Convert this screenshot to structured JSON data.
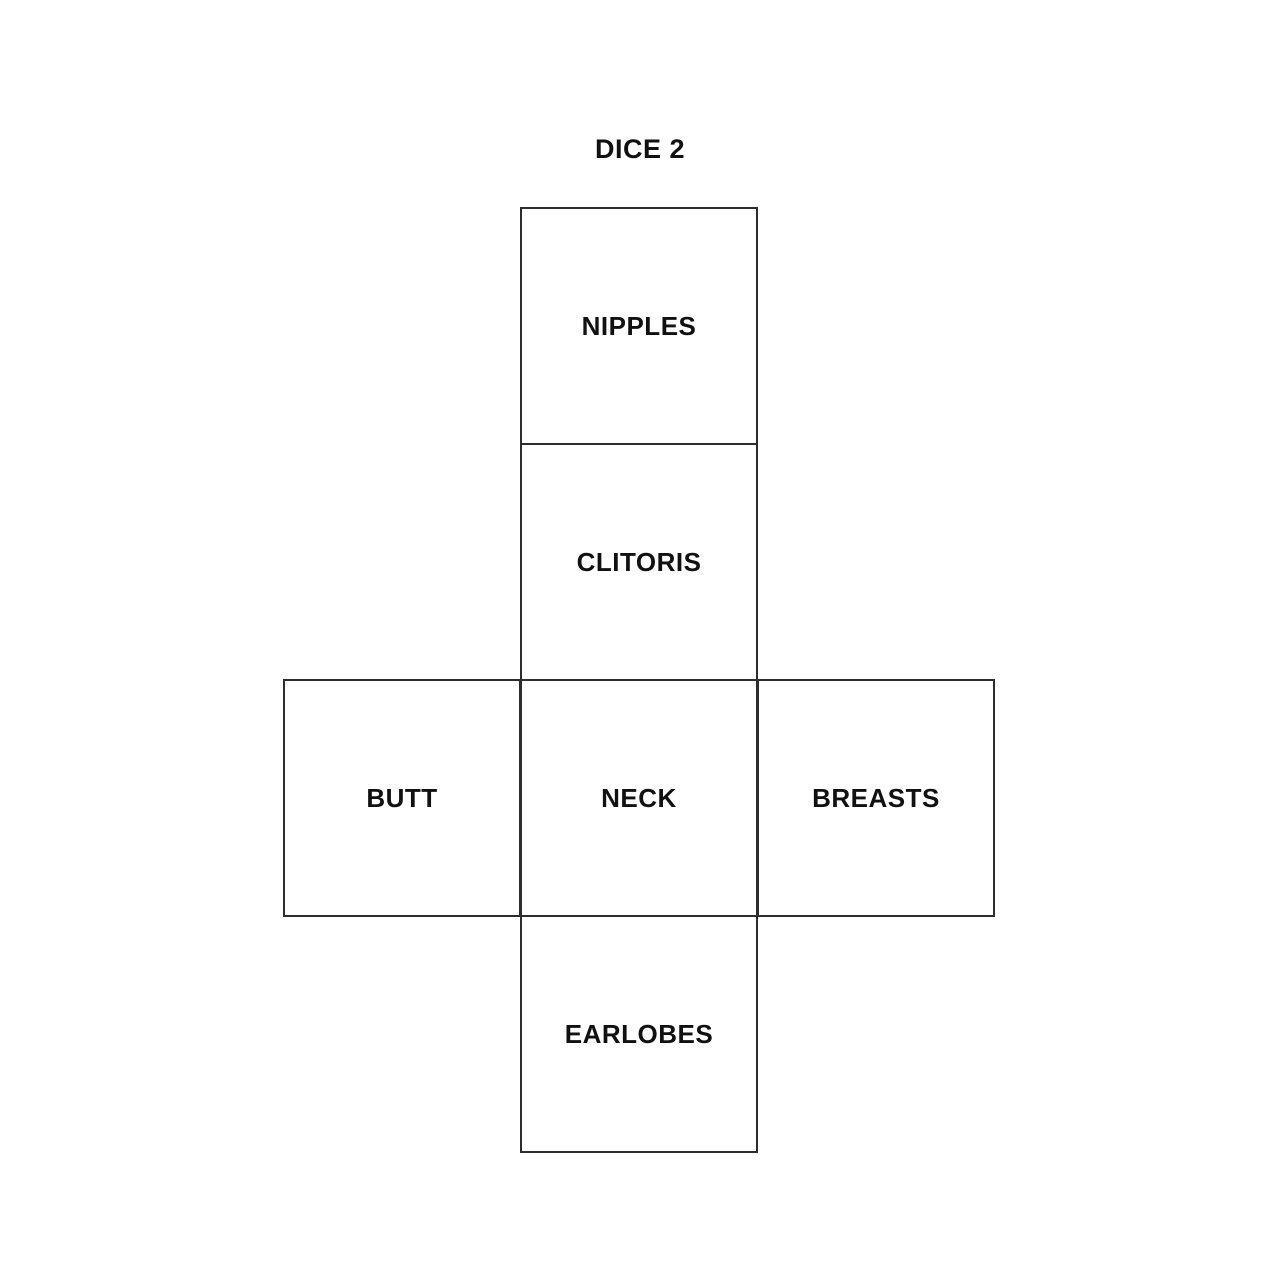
{
  "title": "DICE 2",
  "net": {
    "type": "cube-net-cross",
    "faces": [
      {
        "label": "NIPPLES",
        "position": "top"
      },
      {
        "label": "CLITORIS",
        "position": "upper-middle"
      },
      {
        "label": "BUTT",
        "position": "middle-left"
      },
      {
        "label": "NECK",
        "position": "middle-center"
      },
      {
        "label": "BREASTS",
        "position": "middle-right"
      },
      {
        "label": "EARLOBES",
        "position": "bottom"
      }
    ]
  },
  "colors": {
    "background": "#ffffff",
    "line": "#2d2d2d",
    "text": "#111111"
  }
}
